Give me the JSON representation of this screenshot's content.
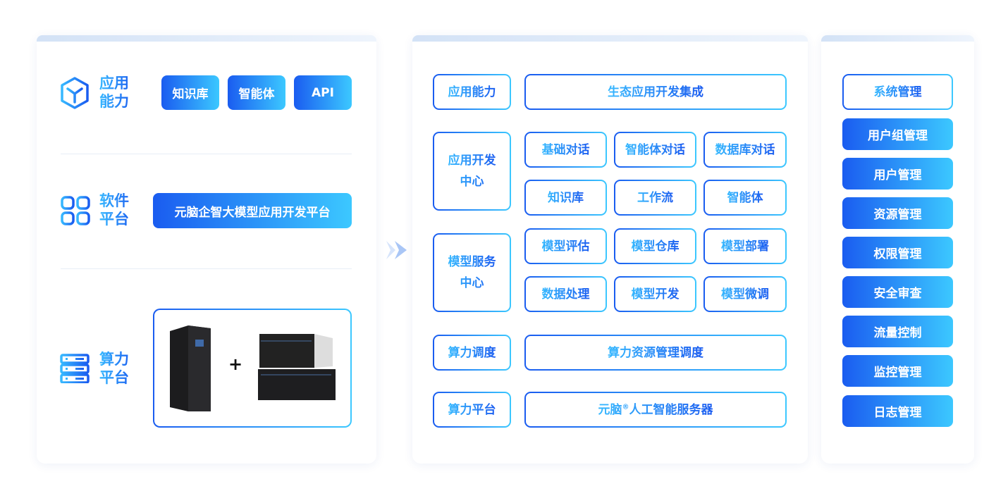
{
  "left": {
    "rows": [
      {
        "label1": "应用",
        "label2": "能力",
        "icon": "cube-icon",
        "buttons": [
          "知识库",
          "智能体",
          "API"
        ]
      },
      {
        "label1": "软件",
        "label2": "平台",
        "icon": "grid-icon",
        "buttons": [
          "元脑企智大模型应用开发平台"
        ]
      },
      {
        "label1": "算力",
        "label2": "平台",
        "icon": "server-icon",
        "plus": "+"
      }
    ]
  },
  "middle": {
    "app": {
      "label": "应用能力",
      "item": "生态应用开发集成"
    },
    "dev": {
      "label1": "应用开发",
      "label2": "中心",
      "items": [
        "基础对话",
        "智能体对话",
        "数据库对话",
        "知识库",
        "工作流",
        "智能体"
      ]
    },
    "model": {
      "label1": "模型服务",
      "label2": "中心",
      "items": [
        "模型评估",
        "模型仓库",
        "模型部署",
        "数据处理",
        "模型开发",
        "模型微调"
      ]
    },
    "sched": {
      "label": "算力调度",
      "item": "算力资源管理调度"
    },
    "compute": {
      "label": "算力平台",
      "item_a": "元脑",
      "item_reg": "®",
      "item_b": "人工智能服务器"
    }
  },
  "right": {
    "header": "系统管理",
    "items": [
      "用户组管理",
      "用户管理",
      "资源管理",
      "权限管理",
      "安全审查",
      "流量控制",
      "监控管理",
      "日志管理"
    ]
  },
  "colors": {
    "primary": "#1a5cf0",
    "accent": "#3cc8ff"
  }
}
